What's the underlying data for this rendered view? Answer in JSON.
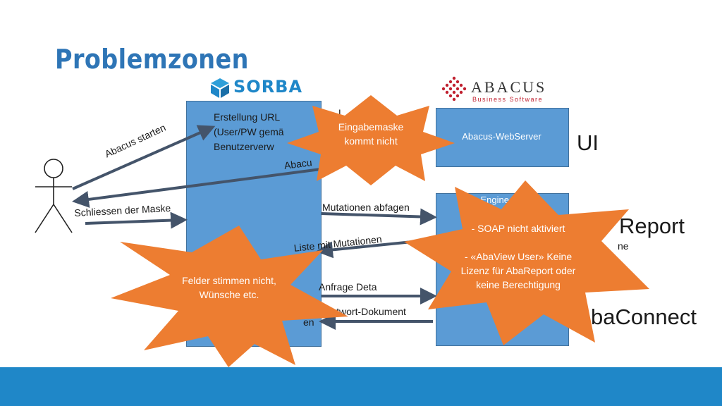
{
  "title": "Problemzonen",
  "logos": {
    "sorba": "SORBA",
    "abacus_name": "ABACUS",
    "abacus_tagline": "Business Software"
  },
  "sorba_box": {
    "lines": [
      "Erstellung URL",
      "(User/PW gemä",
      "Benutzerverw"
    ]
  },
  "abacus_boxes": {
    "webserver": "Abacus-WebServer",
    "engine": "Aba-Engine Service"
  },
  "right_labels": {
    "ui": "UI",
    "report": "Report",
    "report_sub": "ne",
    "connect": "baConnect"
  },
  "arrows": {
    "abacus_starten": "Abacus starten",
    "abacus_partial": "Abacu",
    "top_partial": "L",
    "schliessen": "Schliessen der Maske",
    "mutationen_abfragen": "Mutationen abfagen",
    "liste_mutationen": "Liste mit Mutationen",
    "anfrage_details": "Anfrage Deta",
    "antwort_dokument": "Antwort-Dokument",
    "antwort_left": "en"
  },
  "stars": {
    "eingabemaske": "Eingabemaske\nkommt nicht",
    "soap": "- SOAP nicht aktiviert\n\n- «AbaView User» Keine\nLizenz für AbaReport oder\nkeine Berechtigung",
    "felder": "Felder stimmen nicht,\nWünsche etc."
  },
  "colors": {
    "title": "#2e75b6",
    "box_fill": "#5b9bd5",
    "arrow": "#44546a",
    "star": "#ed7d31",
    "bottom_bar": "#1f87c8"
  }
}
